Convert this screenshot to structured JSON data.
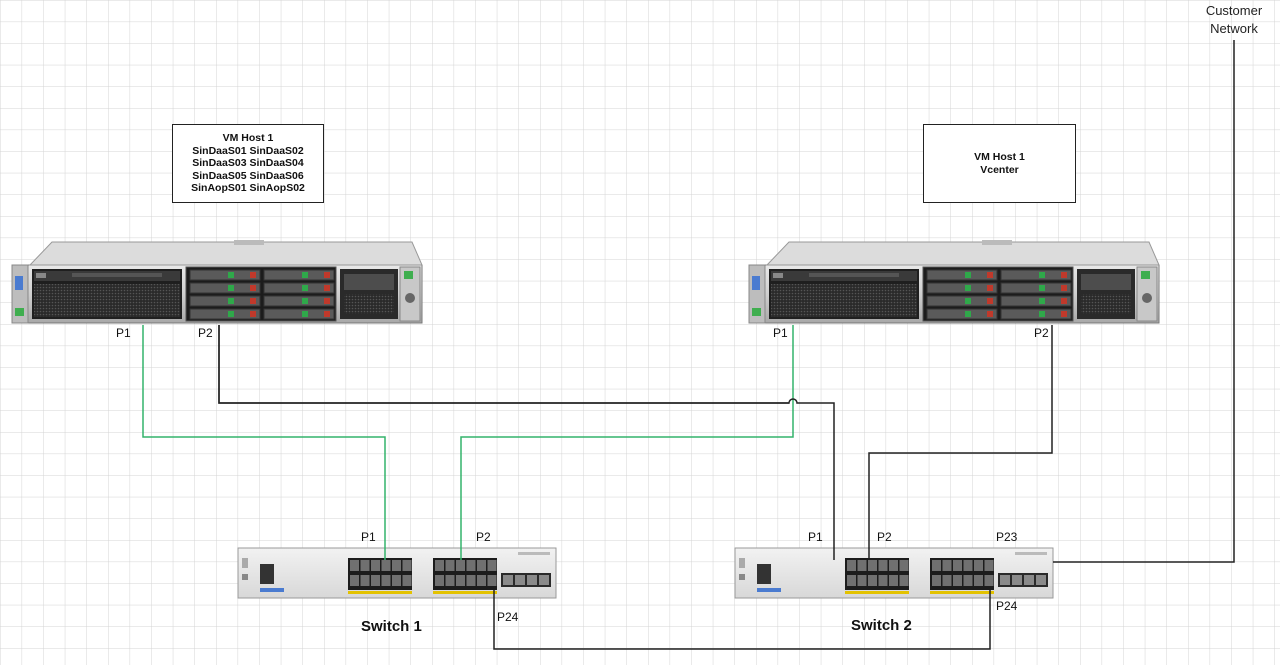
{
  "host1_box": {
    "lines": [
      "VM Host 1",
      "SinDaaS01  SinDaaS02",
      "SinDaaS03  SinDaaS04",
      "SinDaaS05  SinDaaS06",
      "SinAopS01  SinAopS02"
    ]
  },
  "host2_box": {
    "lines": [
      "VM Host 1",
      "Vcenter"
    ]
  },
  "customer_network": {
    "lines": [
      "Customer",
      "Network"
    ]
  },
  "server1_ports": {
    "p1": "P1",
    "p2": "P2"
  },
  "server2_ports": {
    "p1": "P1",
    "p2": "P2"
  },
  "switch1": {
    "name": "Switch 1",
    "p1": "P1",
    "p2": "P2",
    "p24": "P24"
  },
  "switch2": {
    "name": "Switch 2",
    "p1": "P1",
    "p2": "P2",
    "p23": "P23",
    "p24": "P24"
  },
  "colors": {
    "green_link": "#33b46b",
    "black_link": "#222222",
    "grid": "#d4d4d4"
  },
  "icons": [
    "server-icon",
    "switch-icon"
  ]
}
